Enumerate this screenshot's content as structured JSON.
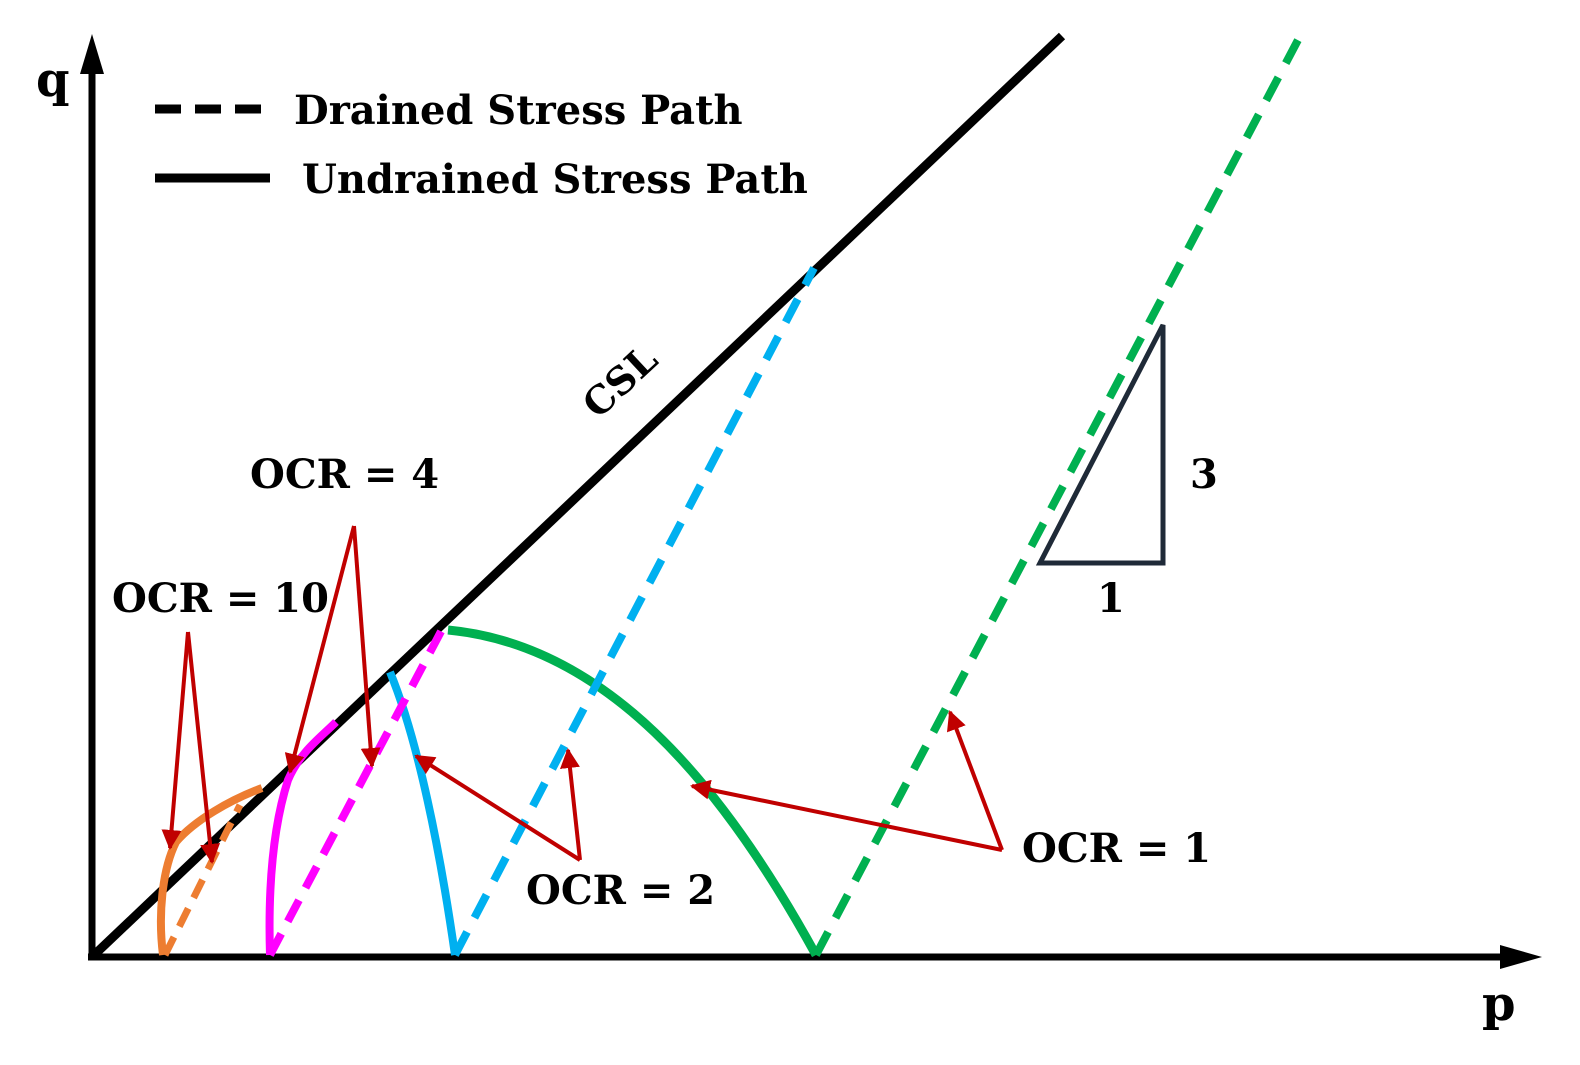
{
  "axes": {
    "x_label": "p",
    "y_label": "q"
  },
  "legend": {
    "drained": "Drained Stress Path",
    "undrained": "Undrained Stress Path"
  },
  "csl_label": "CSL",
  "slope": {
    "rise": "3",
    "run": "1"
  },
  "ocr_labels": {
    "ocr1": "OCR = 1",
    "ocr2": "OCR = 2",
    "ocr4": "OCR = 4",
    "ocr10": "OCR = 10"
  },
  "colors": {
    "axis": "#000000",
    "csl": "#000000",
    "ocr1": "#00b050",
    "ocr2": "#00b0f0",
    "ocr4": "#ff00ff",
    "ocr10": "#ed7d31",
    "arrow": "#c00000",
    "triangle": "#1f2a38"
  }
}
